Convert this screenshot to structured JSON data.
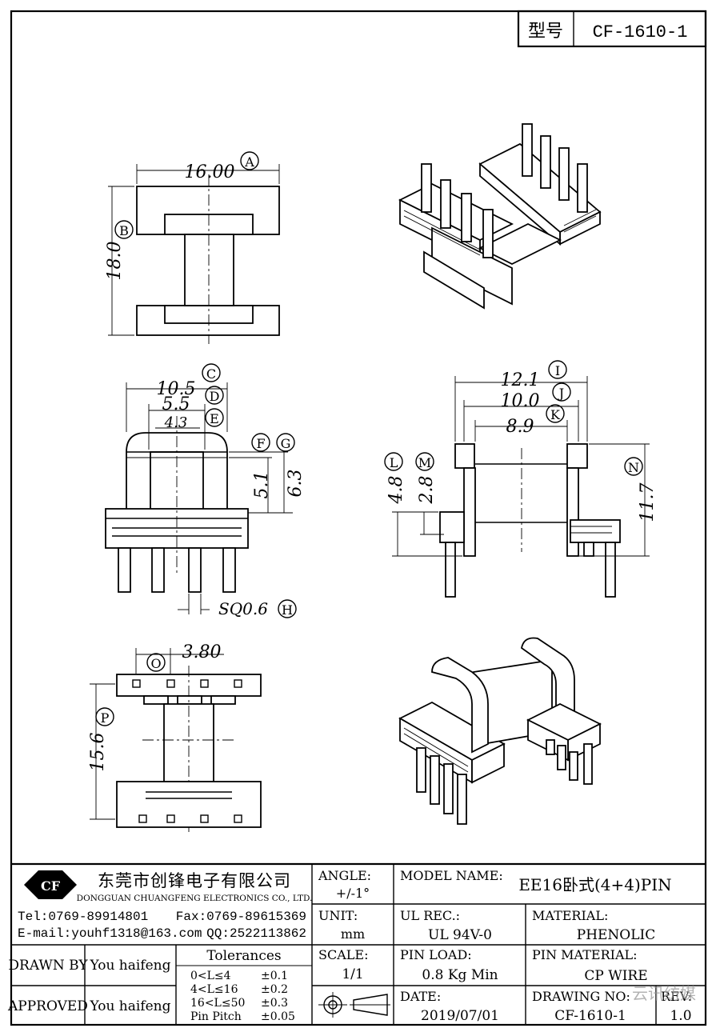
{
  "title_block_top": {
    "label": "型号",
    "value": "CF-1610-1"
  },
  "views": {
    "top": {
      "dims": [
        {
          "value": "16.00",
          "tag": "A"
        },
        {
          "value": "18.0",
          "tag": "B"
        }
      ]
    },
    "front": {
      "dims": [
        {
          "value": "10.5",
          "tag": "C"
        },
        {
          "value": "5.5",
          "tag": "D"
        },
        {
          "value": "4.3",
          "tag": "E"
        },
        {
          "tag": "F"
        },
        {
          "tag": "G"
        },
        {
          "value": "5.1"
        },
        {
          "value": "6.3"
        },
        {
          "value": "SQ0.6",
          "tag": "H"
        }
      ]
    },
    "side": {
      "dims": [
        {
          "value": "12.1",
          "tag": "I"
        },
        {
          "value": "10.0",
          "tag": "J"
        },
        {
          "value": "8.9",
          "tag": "K"
        },
        {
          "value": "4.8",
          "tag": "L"
        },
        {
          "value": "2.8",
          "tag": "M"
        },
        {
          "value": "11.7",
          "tag": "N"
        }
      ]
    },
    "bottom": {
      "dims": [
        {
          "value": "3.80",
          "tag": "O"
        },
        {
          "value": "15.6",
          "tag": "P"
        }
      ]
    }
  },
  "company": {
    "name_cn": "东莞市创锋电子有限公司",
    "name_en": "DONGGUAN CHUANGFENG ELECTRONICS CO., LTD.",
    "logo": "CF",
    "tel": "Tel:0769-89914801",
    "fax": "Fax:0769-89615369",
    "email": "E-mail:youhf1318@163.com",
    "qq": "QQ:2522113862"
  },
  "drawn_by": {
    "label": "DRAWN BY",
    "value": "You haifeng"
  },
  "approved": {
    "label": "APPROVED",
    "value": "You haifeng"
  },
  "tolerances": {
    "title": "Tolerances",
    "rows": [
      {
        "range": "0<L≤4",
        "tol": "±0.1"
      },
      {
        "range": "4<L≤16",
        "tol": "±0.2"
      },
      {
        "range": "16<L≤50",
        "tol": "±0.3"
      },
      {
        "range": "Pin Pitch",
        "tol": "±0.05"
      }
    ]
  },
  "angle": {
    "label": "ANGLE:",
    "value": "+/-1°"
  },
  "unit": {
    "label": "UNIT:",
    "value": "mm"
  },
  "scale": {
    "label": "SCALE:",
    "value": "1/1"
  },
  "projection_icon": "third-angle-projection-icon",
  "model_name": {
    "label": "MODEL NAME:",
    "value": "EE16卧式(4+4)PIN"
  },
  "ul_rec": {
    "label": "UL REC.:",
    "value": "UL 94V-0"
  },
  "material": {
    "label": "MATERIAL:",
    "value": "PHENOLIC"
  },
  "pin_load": {
    "label": "PIN LOAD:",
    "value": "0.8 Kg Min"
  },
  "pin_material": {
    "label": "PIN MATERIAL:",
    "value": "CP WIRE"
  },
  "date": {
    "label": "DATE:",
    "value": "2019/07/01"
  },
  "drawing_no": {
    "label": "DRAWING NO:",
    "value": "CF-1610-1"
  },
  "rev": {
    "label": "REV:",
    "value": "1.0"
  },
  "watermark": "云讯纺媒"
}
